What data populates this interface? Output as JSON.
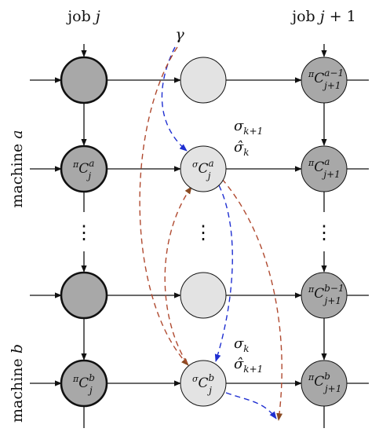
{
  "columns": {
    "left": {
      "prefix": "job",
      "var": "j",
      "suffix": ""
    },
    "right": {
      "prefix": "job",
      "var": "j",
      "suffix": " + 1"
    }
  },
  "rows": {
    "a": {
      "prefix": "machine",
      "var": "a"
    },
    "b": {
      "prefix": "machine",
      "var": "b"
    }
  },
  "gamma": "γ",
  "nodes": {
    "pi_C_a_j": {
      "prefix": "π",
      "base": "C",
      "sup": "a",
      "sub": "j"
    },
    "sigma_C_a_j": {
      "prefix": "σ",
      "base": "C",
      "sup": "a",
      "sub": "j"
    },
    "pi_C_am1_j1": {
      "prefix": "π",
      "base": "C",
      "sup": "a−1",
      "sub": "j+1"
    },
    "pi_C_a_j1": {
      "prefix": "π",
      "base": "C",
      "sup": "a",
      "sub": "j+1"
    },
    "pi_C_b_j": {
      "prefix": "π",
      "base": "C",
      "sup": "b",
      "sub": "j"
    },
    "sigma_C_b_j": {
      "prefix": "σ",
      "base": "C",
      "sup": "b",
      "sub": "j"
    },
    "pi_C_bm1_j1": {
      "prefix": "π",
      "base": "C",
      "sup": "b−1",
      "sub": "j+1"
    },
    "pi_C_b_j1": {
      "prefix": "π",
      "base": "C",
      "sup": "b",
      "sub": "j+1"
    }
  },
  "annotations": {
    "top": {
      "line1_base": "σ",
      "line1_sub": "k+1",
      "line2_base": "σ̂",
      "line2_sub": "k"
    },
    "bottom": {
      "line1_base": "σ",
      "line1_sub": "k",
      "line2_base": "σ̂",
      "line2_sub": "k+1"
    }
  },
  "ellipsis": "⋮",
  "colors": {
    "dark_fill": "#a8a8a8",
    "light_fill": "#e3e3e3",
    "blue_arrow": "#1f2fd1",
    "brown_arrow": "#8a4a22",
    "red_arrow": "#d0402a"
  }
}
